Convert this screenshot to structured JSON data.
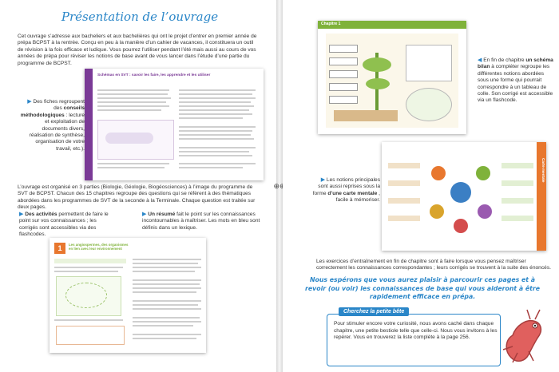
{
  "left": {
    "title": "Présentation de l’ouvrage",
    "intro": "Cet ouvrage s’adresse aux bacheliers et aux bachelières qui ont le projet d’entrer en premier année de prépa BCPST à la rentrée. Conçu en peu à la manière d’un cahier de vacances, il constituera un outil de révision à la fois efficace et ludique. Vous pourrez l’utiliser pendant l’été mais aussi au cours de vos années de prépa pour réviser les notions de base avant de vous lancer dans l’étude d’une partie du programme de BCPST.",
    "note1_bold": "conseils méthodologiques",
    "note1_pre": "Des fiches regroupent des",
    "note1_post": ": lecture et exploitation de documents divers, réalisation de synthèse, organisation de votre travail, etc.).",
    "para2": "L’ouvrage est organisé en 3 parties (Biologie, Géologie, Biogéosciences) à l’image du programme de SVT de BCPST. Chacun des 15 chapitres regroupe des questions qui se réfèrent à des thématiques abordées dans les programmes de SVT de la seconde à la Terminale. Chaque question est traitée sur deux pages.",
    "note2_bold": "Des activités",
    "note2_post": "permettent de faire le point sur vos connaissances ; les corrigés sont accessibles via des flashcodes.",
    "note3_bold": "Un résumé",
    "note3_post": "fait le point sur les connaissances incontournables à maîtriser. Les mots en bleu sont définis dans un lexique.",
    "thumb1_title": "Schémas en SVT : savoir les faire, les apprendre et les utiliser",
    "thumb2_title": "Les angiospermes, des organismes en lien avec leur environnement"
  },
  "right": {
    "note4_pre": "En fin de chapitre",
    "note4_bold": "un schéma bilan",
    "note4_post": "à compléter regroupe les différentes notions abordées sous une forme qui pourrait correspondre à un tableau de colle. Son corrigé est accessible via un flashcode.",
    "note5_pre": "Les notions principales sont aussi reprises sous la forme",
    "note5_bold": "d’une carte mentale",
    "note5_post": ", facile à mémoriser.",
    "thumb3_tag": "Chapitre 1",
    "thumb4_tag": "Carte mentale",
    "para3": "Les exercices d’entraînement en fin de chapitre sont à faire lorsque vous pensez maîtriser correctement les connaissances correspondantes ; leurs corrigés se trouvent à la suite des énoncés.",
    "closing": "Nous espérons que vous aurez plaisir à parcourir ces pages et à revoir (ou voir) les connaissances de base qui vous aideront à être rapidement efficace en prépa.",
    "box_tag": "Cherchez la petite bête",
    "box_text": "Pour stimuler encore votre curiosité, nous avons caché dans chaque chapitre, une petite bestiole telle que celle-ci. Nous vous invitons à les repérer. Vous en trouverez la liste complète à la page 256."
  },
  "colors": {
    "accent": "#2a86c8",
    "purple": "#7a3a96",
    "orange": "#e8772e",
    "green": "#7fb23a"
  },
  "icons": [
    "arrow-icon",
    "beetle-icon",
    "center-mark-icon"
  ]
}
